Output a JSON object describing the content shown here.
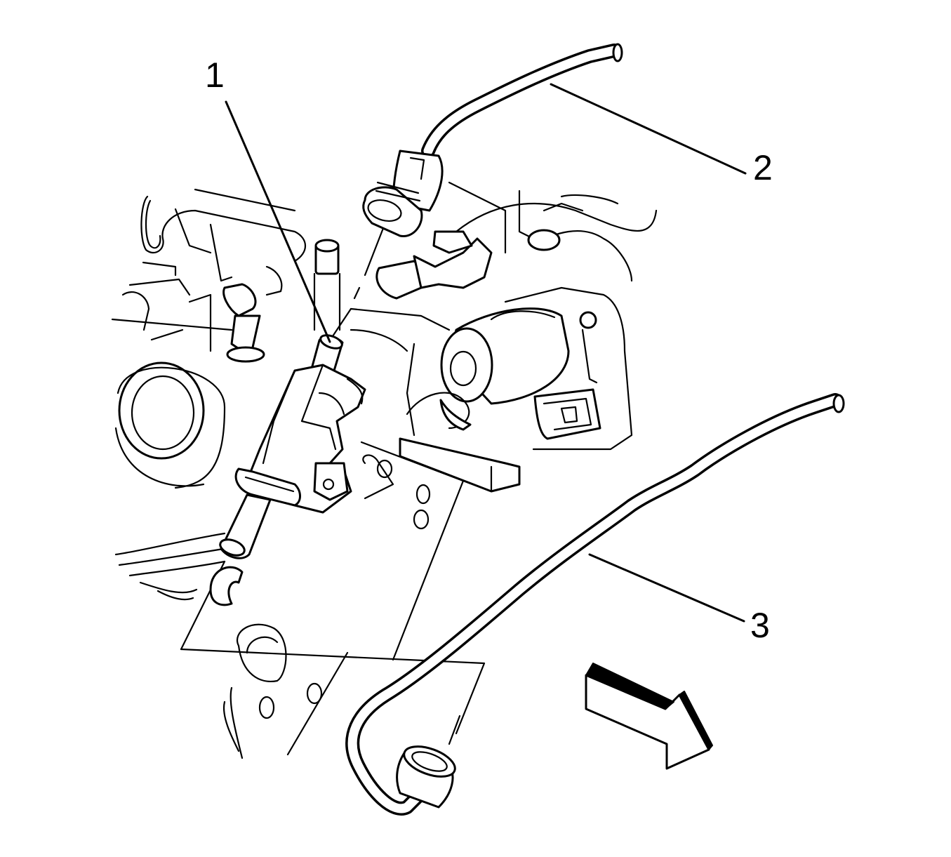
{
  "callouts": [
    {
      "id": "1",
      "label": "1"
    },
    {
      "id": "2",
      "label": "2"
    },
    {
      "id": "3",
      "label": "3"
    }
  ],
  "icons": {
    "direction_arrow": "front-arrow-icon"
  },
  "colors": {
    "ink": "#000000",
    "paper": "#ffffff"
  }
}
